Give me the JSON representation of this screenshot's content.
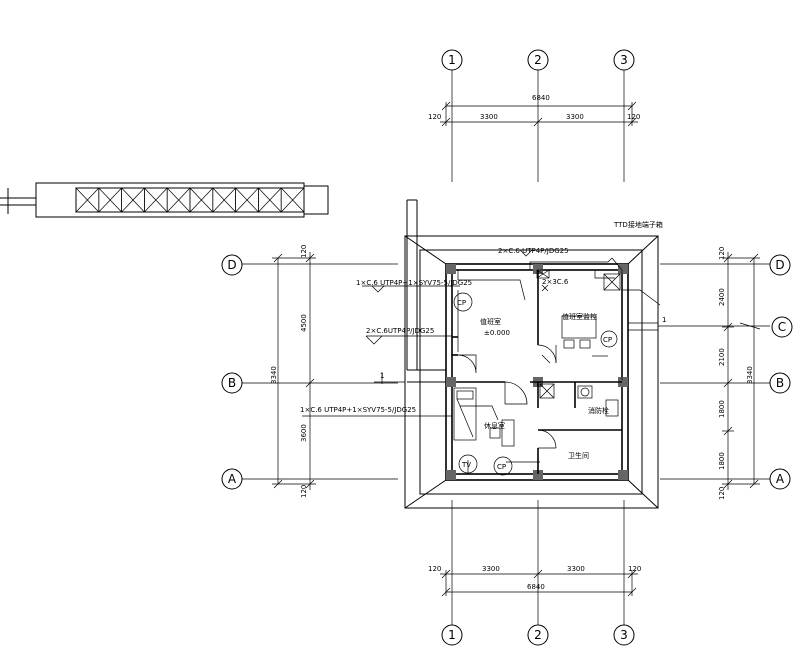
{
  "axes": {
    "numbered": [
      "1",
      "2",
      "3"
    ],
    "lettered": [
      "D",
      "C",
      "B",
      "A"
    ]
  },
  "dimensions": {
    "top_total": "6840",
    "top_left_edge": "120",
    "top_seg_1": "3300",
    "top_seg_2": "3300",
    "top_right_edge": "120",
    "bottom_left_edge": "120",
    "bottom_seg_1": "3300",
    "bottom_seg_2": "3300",
    "bottom_right_edge": "120",
    "bottom_total": "6840",
    "left_top_edge": "120",
    "left_seg_1": "4500",
    "left_total": "3340",
    "left_seg_2": "3600",
    "left_bottom_edge": "120",
    "right_top_edge": "120",
    "right_seg_1": "2400",
    "right_seg_2": "2100",
    "right_total": "3340",
    "right_seg_3": "1800",
    "right_seg_4": "1800",
    "right_bottom_edge": "120"
  },
  "labels": {
    "tb_box": "TTD接地端子箱",
    "top_cable": "2×C.6   UTP4P/JDG25",
    "left_cable_1": "1×C.6   UTP4P+1×SYV75-5/JDG25",
    "left_cable_2": "2×C.6UTP4P/JDG25",
    "cable_2c6": "2×3C.6",
    "room_monitor": "值班室监控",
    "room_watch": "值班室",
    "watch_elev": "±0.000",
    "bottom_cable_num": "1",
    "bottom_cable": "1×C.6   UTP4P+1×SYV75-5/JDG25",
    "room_lounge": "休息室",
    "room_toilet": "卫生间",
    "fire_hydrant": "消防栓",
    "cp_1": "CP",
    "cp_2": "CP",
    "cp_3": "CP",
    "tv": "TV",
    "wire_c_num": "1"
  }
}
